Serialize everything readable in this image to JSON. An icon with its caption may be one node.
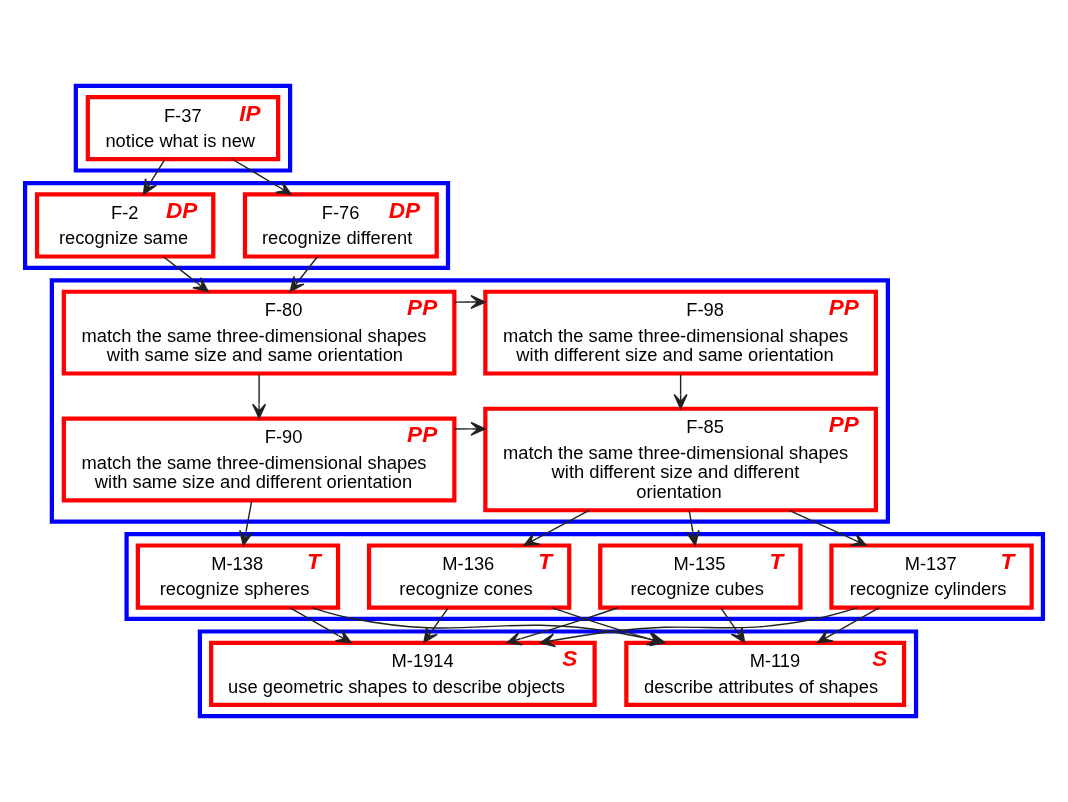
{
  "diagram": {
    "nodes": [
      {
        "text": [],
        "shape": "box"
      },
      {
        "text": [
          "F-37",
          "IP",
          "notice what is new"
        ],
        "in": 0
      },
      {
        "text": [],
        "shape": "box"
      },
      {
        "text": [
          "F-2",
          "DP",
          "recognize same"
        ],
        "in": 2
      },
      {
        "text": [
          "F-76",
          "DP",
          "recognize different"
        ],
        "in": 2
      },
      {
        "text": [],
        "shape": "box"
      },
      {
        "text": [
          "F-80",
          "PP",
          "match the same three-dimensional shapes with same size and same orientation"
        ],
        "in": 5
      },
      {
        "text": [
          "F-98",
          "PP",
          "match the same three-dimensional shapes with different size and same orientation"
        ],
        "in": 5
      },
      {
        "text": [
          "F-90",
          "PP",
          "match the same three-dimensional shapes with same size and different orientation"
        ],
        "in": 5
      },
      {
        "text": [
          "F-85",
          "PP",
          "match the same three-dimensional shapes with different size and different orientation"
        ],
        "in": 5
      },
      {
        "text": [],
        "shape": "box"
      },
      {
        "text": [
          "M-138",
          "T",
          "recognize spheres"
        ],
        "in": 10
      },
      {
        "text": [
          "M-136",
          "T",
          "recognize cones"
        ],
        "in": 10
      },
      {
        "text": [
          "M-135",
          "T",
          "recognize cubes"
        ],
        "in": 10
      },
      {
        "text": [
          "M-137",
          "T",
          "recognize cylinders"
        ],
        "in": 10
      },
      {
        "text": [],
        "shape": "box"
      },
      {
        "text": [
          "M-1914",
          "S",
          "use geometric shapes to describe objects"
        ],
        "in": 15
      },
      {
        "text": [
          "M-119",
          "S",
          "describe attributes of shapes"
        ],
        "in": 15
      }
    ],
    "edges": [
      {
        "from": 1,
        "to": 3,
        "arrow": "to"
      },
      {
        "from": 1,
        "to": 4,
        "arrow": "to"
      },
      {
        "from": 3,
        "to": 6,
        "arrow": "to"
      },
      {
        "from": 4,
        "to": 6,
        "arrow": "to"
      },
      {
        "from": 6,
        "to": 7,
        "arrow": "to"
      },
      {
        "from": 6,
        "to": 8,
        "arrow": "to"
      },
      {
        "from": 7,
        "to": 9,
        "arrow": "to"
      },
      {
        "from": 8,
        "to": 9,
        "arrow": "to"
      },
      {
        "from": 8,
        "to": 11,
        "arrow": "to"
      },
      {
        "from": 9,
        "to": 12,
        "arrow": "to"
      },
      {
        "from": 9,
        "to": 13,
        "arrow": "to"
      },
      {
        "from": 9,
        "to": 14,
        "arrow": "to"
      },
      {
        "from": 11,
        "to": 16,
        "arrow": "to"
      },
      {
        "from": 11,
        "to": 17,
        "arrow": "to"
      },
      {
        "from": 12,
        "to": 16,
        "arrow": "to"
      },
      {
        "from": 12,
        "to": 17,
        "arrow": "to"
      },
      {
        "from": 13,
        "to": 16,
        "arrow": "to"
      },
      {
        "from": 13,
        "to": 17,
        "arrow": "to"
      },
      {
        "from": 14,
        "to": 16,
        "arrow": "to"
      },
      {
        "from": 14,
        "to": 17,
        "arrow": "to"
      }
    ]
  }
}
